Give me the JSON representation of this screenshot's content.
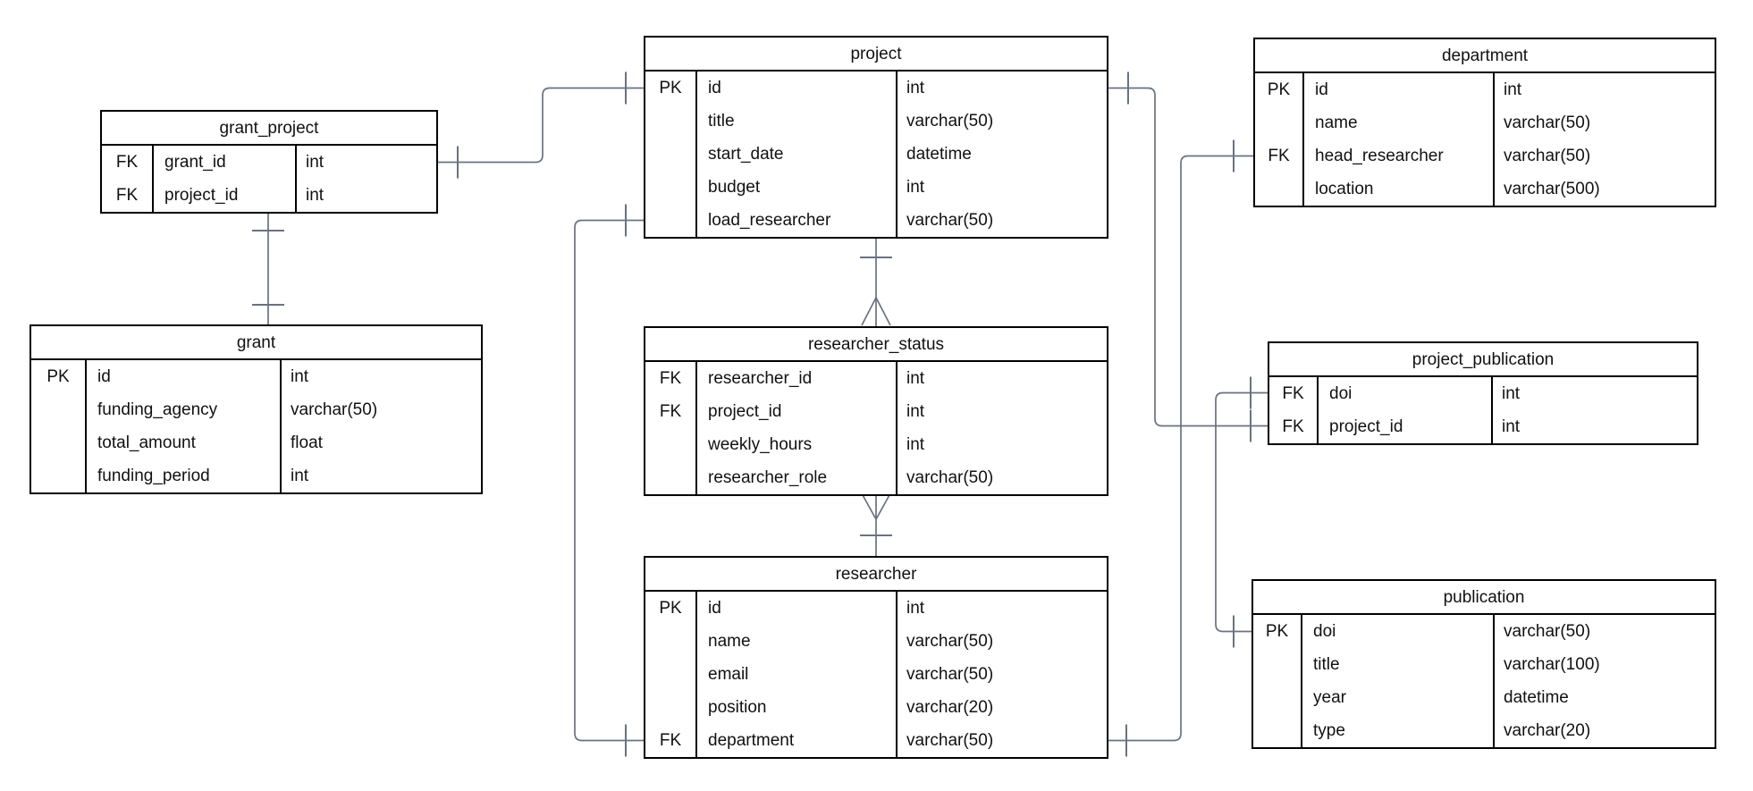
{
  "diagram": {
    "colors": {
      "background": "#ffffff",
      "entity_border": "#000000",
      "entity_fill": "#ffffff",
      "text": "#111111",
      "relationship_line": "#6a7280"
    },
    "entities": [
      {
        "name": "grant_project",
        "columns": [
          {
            "key": "FK",
            "name": "grant_id",
            "type": "int"
          },
          {
            "key": "FK",
            "name": "project_id",
            "type": "int"
          }
        ]
      },
      {
        "name": "grant",
        "columns": [
          {
            "key": "PK",
            "name": "id",
            "type": "int"
          },
          {
            "key": "",
            "name": "funding_agency",
            "type": "varchar(50)"
          },
          {
            "key": "",
            "name": "total_amount",
            "type": "float"
          },
          {
            "key": "",
            "name": "funding_period",
            "type": "int"
          }
        ]
      },
      {
        "name": "project",
        "columns": [
          {
            "key": "PK",
            "name": "id",
            "type": "int"
          },
          {
            "key": "",
            "name": "title",
            "type": "varchar(50)"
          },
          {
            "key": "",
            "name": "start_date",
            "type": "datetime"
          },
          {
            "key": "",
            "name": "budget",
            "type": "int"
          },
          {
            "key": "",
            "name": "load_researcher",
            "type": "varchar(50)"
          }
        ]
      },
      {
        "name": "researcher_status",
        "columns": [
          {
            "key": "FK",
            "name": "researcher_id",
            "type": "int"
          },
          {
            "key": "FK",
            "name": "project_id",
            "type": "int"
          },
          {
            "key": "",
            "name": "weekly_hours",
            "type": "int"
          },
          {
            "key": "",
            "name": "researcher_role",
            "type": "varchar(50)"
          }
        ]
      },
      {
        "name": "researcher",
        "columns": [
          {
            "key": "PK",
            "name": "id",
            "type": "int"
          },
          {
            "key": "",
            "name": "name",
            "type": "varchar(50)"
          },
          {
            "key": "",
            "name": "email",
            "type": "varchar(50)"
          },
          {
            "key": "",
            "name": "position",
            "type": "varchar(20)"
          },
          {
            "key": "FK",
            "name": "department",
            "type": "varchar(50)"
          }
        ]
      },
      {
        "name": "department",
        "columns": [
          {
            "key": "PK",
            "name": "id",
            "type": "int"
          },
          {
            "key": "",
            "name": "name",
            "type": "varchar(50)"
          },
          {
            "key": "FK",
            "name": "head_researcher",
            "type": "varchar(50)"
          },
          {
            "key": "",
            "name": "location",
            "type": "varchar(500)"
          }
        ]
      },
      {
        "name": "project_publication",
        "columns": [
          {
            "key": "FK",
            "name": "doi",
            "type": "int"
          },
          {
            "key": "FK",
            "name": "project_id",
            "type": "int"
          }
        ]
      },
      {
        "name": "publication",
        "columns": [
          {
            "key": "PK",
            "name": "doi",
            "type": "varchar(50)"
          },
          {
            "key": "",
            "name": "title",
            "type": "varchar(100)"
          },
          {
            "key": "",
            "name": "year",
            "type": "datetime"
          },
          {
            "key": "",
            "name": "type",
            "type": "varchar(20)"
          }
        ]
      }
    ],
    "relationships": [
      {
        "from": "grant_project.grant_id",
        "to": "project.id",
        "from_end": "one",
        "to_end": "one"
      },
      {
        "from": "grant_project.project_id",
        "to": "grant.id",
        "from_end": "one",
        "to_end": "one"
      },
      {
        "from": "project.id",
        "to": "researcher_status.project_id",
        "from_end": "one",
        "to_end": "many"
      },
      {
        "from": "researcher.id",
        "to": "researcher_status.researcher_id",
        "from_end": "one",
        "to_end": "many"
      },
      {
        "from": "project.id",
        "to": "project_publication.project_id",
        "from_end": "one",
        "to_end": "one"
      },
      {
        "from": "researcher.department",
        "to": "department.head_researcher",
        "from_end": "one",
        "to_end": "one"
      },
      {
        "from": "publication.doi",
        "to": "project_publication.doi",
        "from_end": "one",
        "to_end": "one"
      },
      {
        "from": "project.load_researcher",
        "to": "researcher.department",
        "from_end": "one",
        "to_end": "one"
      }
    ]
  }
}
